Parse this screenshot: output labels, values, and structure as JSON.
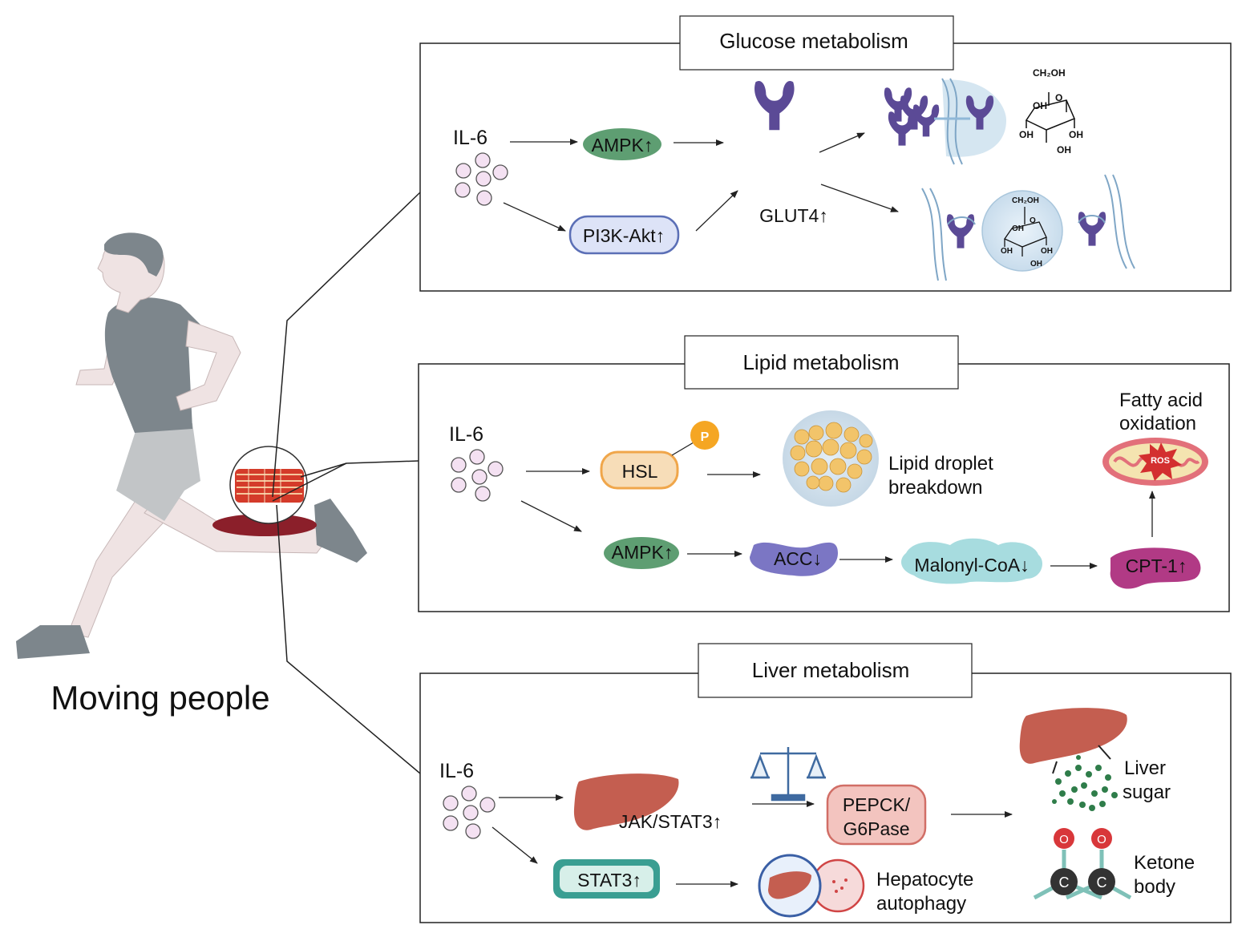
{
  "person": {
    "caption": "Moving people"
  },
  "panels": {
    "glucose": {
      "title": "Glucose metabolism",
      "il6": "IL-6",
      "ampk": "AMPK↑",
      "pi3k": "PI3K-Akt↑",
      "glut4": "GLUT4↑",
      "chem": {
        "ch2oh": "CH₂OH",
        "o": "O",
        "oh": "OH"
      }
    },
    "lipid": {
      "title": "Lipid metabolism",
      "il6": "IL-6",
      "hsl": "HSL",
      "p": "P",
      "droplet_line1": "Lipid droplet",
      "droplet_line2": "breakdown",
      "fao_line1": "Fatty acid",
      "fao_line2": "oxidation",
      "ros": "ROS",
      "ampk": "AMPK↑",
      "acc": "ACC↓",
      "malonyl": "Malonyl-CoA↓",
      "cpt1": "CPT-1↑"
    },
    "liver": {
      "title": "Liver metabolism",
      "il6": "IL-6",
      "jak": "JAK/STAT3↑",
      "stat3": "STAT3↑",
      "pepck_line1": "PEPCK/",
      "pepck_line2": "G6Pase",
      "sugar_line1": "Liver",
      "sugar_line2": "sugar",
      "ketone_line1": "Ketone",
      "ketone_line2": "body",
      "ketone_o": "O",
      "ketone_c": "C",
      "hep_line1": "Hepatocyte",
      "hep_line2": "autophagy"
    }
  },
  "colors": {
    "ampk": "#5e9e72",
    "pi3k": "#dde3f7",
    "glut4": "#5b4a96",
    "hsl": "#f7ddb8",
    "hsl_border": "#f0a64a",
    "phospho": "#f5a623",
    "acc": "#7b76c4",
    "malonyl": "#a7dcdf",
    "cpt1": "#b13a85",
    "liver": "#c45e50",
    "pepck": "#f3c4bf",
    "stat3": "#3a9e92",
    "person": "#7d868c",
    "shorts": "#c2c5c7",
    "skin": "#efe3e3"
  }
}
